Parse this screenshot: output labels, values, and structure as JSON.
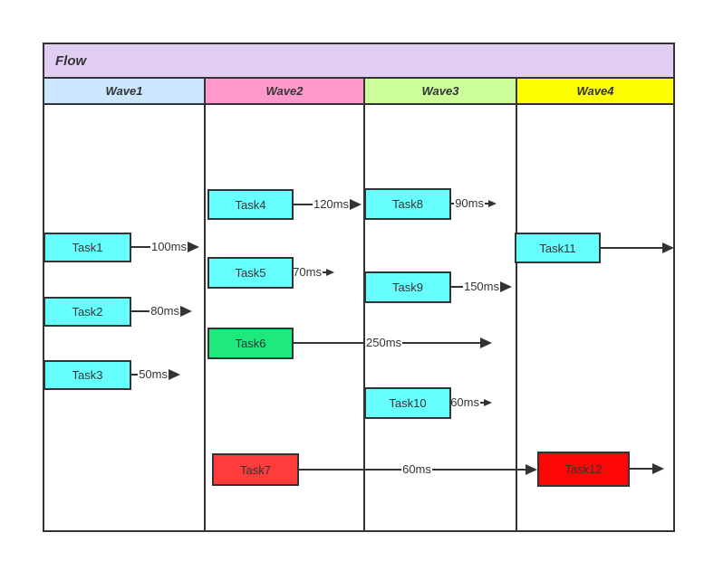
{
  "diagram": {
    "title": "Flow",
    "colors": {
      "title_bg": "#E1CEF2",
      "border": "#333333",
      "task_cyan": "#66FFFF",
      "task_green": "#1EE97D",
      "task_red": "#FF3B3B",
      "task_red_bright": "#FF0606"
    },
    "waves": [
      {
        "label": "Wave1",
        "color": "#CCE6FF"
      },
      {
        "label": "Wave2",
        "color": "#FF99CC"
      },
      {
        "label": "Wave3",
        "color": "#CCFF99"
      },
      {
        "label": "Wave4",
        "color": "#FFFF00"
      }
    ],
    "tasks": [
      {
        "label": "Task1",
        "wave": "Wave1",
        "duration": "100ms",
        "color": "#66FFFF"
      },
      {
        "label": "Task2",
        "wave": "Wave1",
        "duration": "80ms",
        "color": "#66FFFF"
      },
      {
        "label": "Task3",
        "wave": "Wave1",
        "duration": "50ms",
        "color": "#66FFFF"
      },
      {
        "label": "Task4",
        "wave": "Wave2",
        "duration": "120ms",
        "color": "#66FFFF"
      },
      {
        "label": "Task5",
        "wave": "Wave2",
        "duration": "70ms",
        "color": "#66FFFF"
      },
      {
        "label": "Task6",
        "wave": "Wave2",
        "duration": "250ms",
        "color": "#1EE97D"
      },
      {
        "label": "Task7",
        "wave": "Wave2",
        "duration": "60ms",
        "color": "#FF3B3B",
        "flows_to": "Task12"
      },
      {
        "label": "Task8",
        "wave": "Wave3",
        "duration": "90ms",
        "color": "#66FFFF"
      },
      {
        "label": "Task9",
        "wave": "Wave3",
        "duration": "150ms",
        "color": "#66FFFF"
      },
      {
        "label": "Task10",
        "wave": "Wave3",
        "duration": "60ms",
        "color": "#66FFFF"
      },
      {
        "label": "Task11",
        "wave": "Wave4",
        "duration": "",
        "color": "#66FFFF"
      },
      {
        "label": "Task12",
        "wave": "Wave4",
        "duration": "",
        "color": "#FF0606"
      }
    ]
  }
}
